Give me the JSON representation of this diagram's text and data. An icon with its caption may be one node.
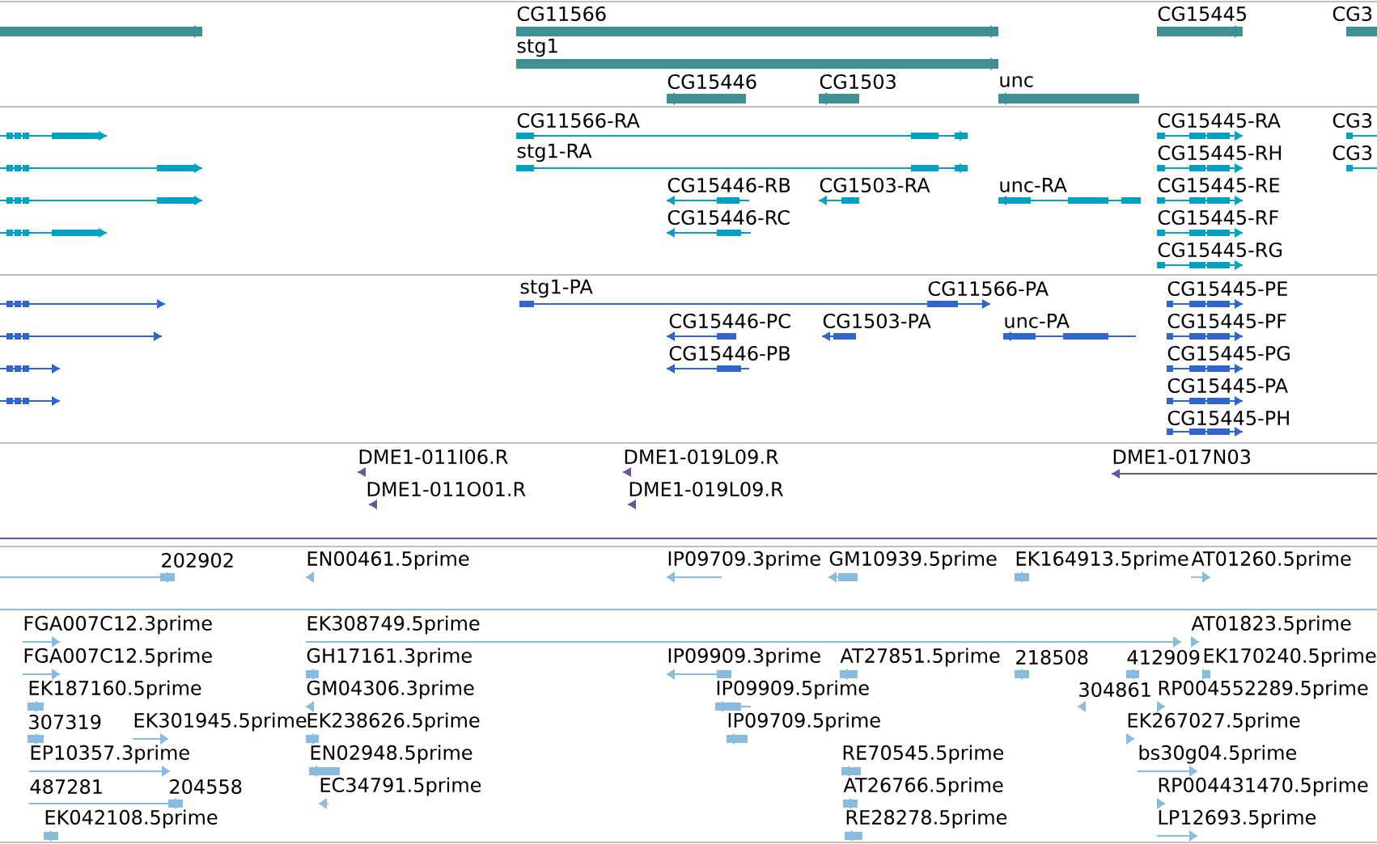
{
  "diagram": {
    "labels": [
      "CG11566",
      "stg1",
      "CG15446",
      "CG1503",
      "unc",
      "CG15445",
      "CG3",
      "CG11566-RA",
      "stg1-RA",
      "CG15446-RB",
      "CG15446-RC",
      "CG1503-RA",
      "unc-RA",
      "CG15445-RA",
      "CG15445-RH",
      "CG15445-RE",
      "CG15445-RF",
      "CG15445-RG",
      "CG3",
      "CG3",
      "stg1-PA",
      "CG11566-PA",
      "CG15446-PC",
      "CG15446-PB",
      "CG1503-PA",
      "unc-PA",
      "CG15445-PE",
      "CG15445-PF",
      "CG15445-PG",
      "CG15445-PA",
      "CG15445-PH",
      "DME1-011I06.R",
      "DME1-011O01.R",
      "DME1-019L09.R",
      "DME1-019L09.R",
      "DME1-017N03",
      "202902",
      "EN00461.5prime",
      "IP09709.3prime",
      "GM10939.5prime",
      "EK164913.5prime",
      "AT01260.5prime",
      "FGA007C12.3prime",
      "FGA007C12.5prime",
      "EK187160.5prime",
      "307319",
      "EK301945.5prime",
      "EP10357.3prime",
      "487281",
      "204558",
      "EK042108.5prime",
      "EK308749.5prime",
      "GH17161.3prime",
      "GM04306.3prime",
      "EK238626.5prime",
      "EN02948.5prime",
      "EC34791.5prime",
      "IP09909.3prime",
      "IP09909.5prime",
      "IP09709.5prime",
      "AT27851.5prime",
      "RE70545.5prime",
      "AT26766.5prime",
      "RE28278.5prime",
      "218508",
      "412909",
      "EK170240.5prime",
      "AT01823.5prime",
      "304861",
      "RP004552289.5prime",
      "EK267027.5prime",
      "bs30g04.5prime",
      "RP004431470.5prime",
      "LP12693.5prime"
    ]
  }
}
